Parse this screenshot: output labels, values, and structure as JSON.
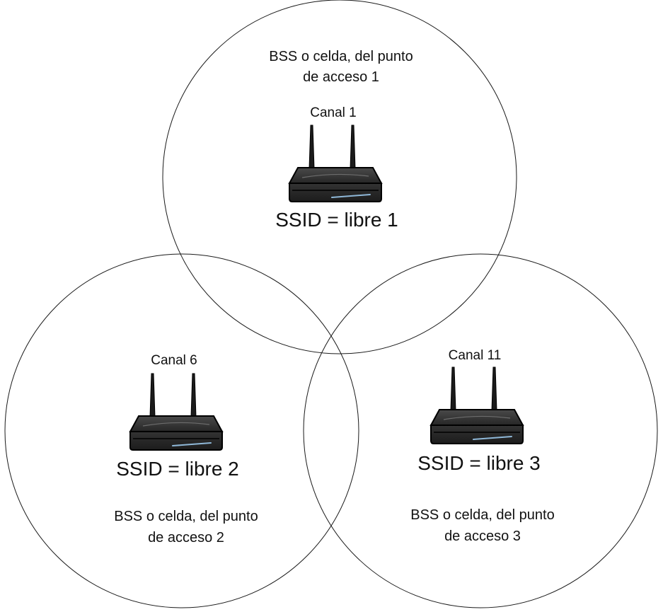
{
  "cells": [
    {
      "id": "ap1",
      "description_lines": [
        "BSS o celda, del punto",
        "de acceso 1"
      ],
      "channel": "Canal 1",
      "ssid": "SSID = libre 1"
    },
    {
      "id": "ap2",
      "description_lines": [
        "BSS o celda, del punto",
        "de acceso 2"
      ],
      "channel": "Canal 6",
      "ssid": "SSID = libre 2"
    },
    {
      "id": "ap3",
      "description_lines": [
        "BSS o celda, del punto",
        "de acceso 3"
      ],
      "channel": "Canal 11",
      "ssid": "SSID = libre 3"
    }
  ],
  "colors": {
    "stroke": "#1a1a1a",
    "router_body": "#2b2b2b",
    "router_top": "#3c3c3c",
    "router_accent": "#8fb8d8"
  },
  "icons": [
    "wireless-router-icon"
  ]
}
